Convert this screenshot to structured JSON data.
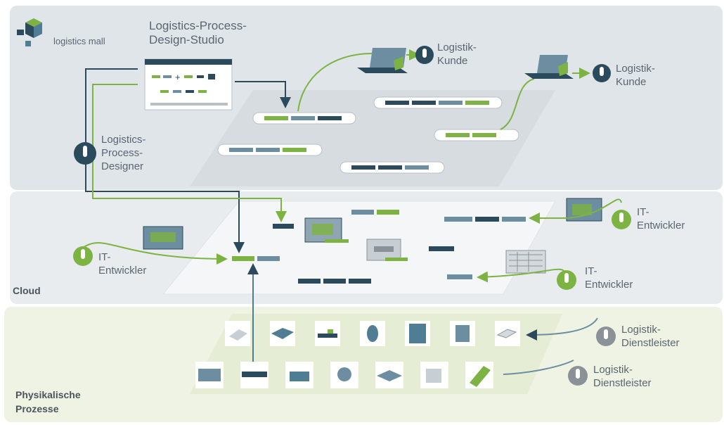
{
  "brand": {
    "name": "logistics mall"
  },
  "zones": {
    "cloud": "Cloud",
    "physical_line1": "Physikalische",
    "physical_line2": "Prozesse"
  },
  "studio": {
    "line1": "Logistics-Process-",
    "line2": "Design-Studio"
  },
  "designer": {
    "line1": "Logistics-",
    "line2": "Process-",
    "line3": "Designer"
  },
  "kunde_1": {
    "line1": "Logistik-",
    "line2": "Kunde"
  },
  "kunde_2": {
    "line1": "Logistik-",
    "line2": "Kunde"
  },
  "entwickler_1": {
    "line1": "IT-",
    "line2": "Entwickler"
  },
  "entwickler_2": {
    "line1": "IT-",
    "line2": "Entwickler"
  },
  "entwickler_3": {
    "line1": "IT-",
    "line2": "Entwickler"
  },
  "dienstleister_1": {
    "line1": "Logistik-",
    "line2": "Dienstleister"
  },
  "dienstleister_2": {
    "line1": "Logistik-",
    "line2": "Dienstleister"
  },
  "colors": {
    "green": "#7cb342",
    "navy": "#2b4a5c",
    "steel": "#6d8ea0",
    "grey": "#8a9298"
  },
  "icons": {
    "person": "person-icon",
    "laptop": "laptop-icon",
    "app_window": "app-window-icon",
    "logo": "logistics-mall-cube-logo"
  }
}
